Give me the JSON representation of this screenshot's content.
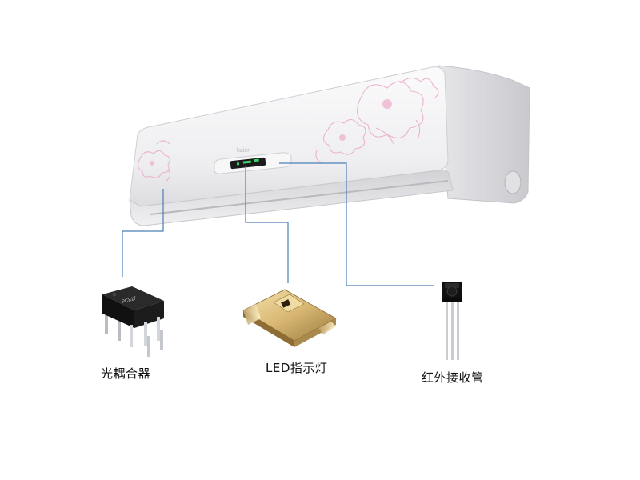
{
  "components": [
    {
      "id": "optocoupler",
      "label": "光耦合器",
      "chip_text": "PC817"
    },
    {
      "id": "led",
      "label": "LED指示灯"
    },
    {
      "id": "ir_receiver",
      "label": "红外接收管"
    }
  ],
  "colors": {
    "leader_line": "#4a7fb5",
    "ac_body": "#f2f2f4",
    "ac_shadow": "#d8d8dc",
    "flower": "#e9a9c8",
    "display": "#1b1b1b",
    "display_led": "#3fd46a"
  },
  "icons": [
    "air-conditioner-unit",
    "optocoupler-chip",
    "smd-led",
    "ir-receiver-module"
  ]
}
